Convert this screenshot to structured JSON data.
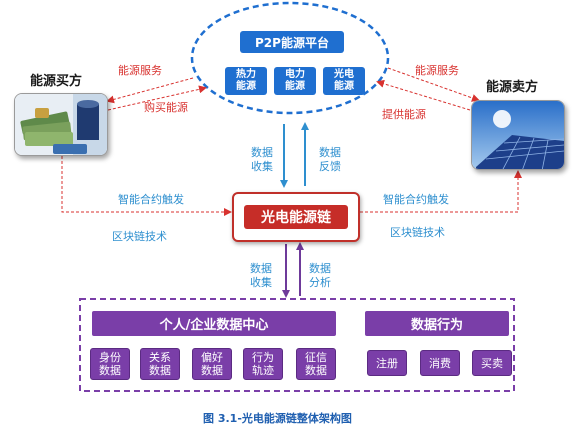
{
  "platform": {
    "title": "P2P能源平台",
    "items": [
      "热力\n能源",
      "电力\n能源",
      "光电\n能源"
    ]
  },
  "buyer": {
    "title": "能源买方"
  },
  "seller": {
    "title": "能源卖方"
  },
  "left_links": {
    "service": "能源服务",
    "buy": "购买能源"
  },
  "right_links": {
    "service": "能源服务",
    "provide": "提供能源"
  },
  "upper_center": {
    "collect": "数据\n收集",
    "feedback": "数据\n反馈"
  },
  "center": {
    "title": "光电能源链"
  },
  "left_bottom_links": {
    "trigger": "智能合约触发",
    "blockchain": "区块链技术"
  },
  "right_bottom_links": {
    "trigger": "智能合约触发",
    "blockchain": "区块链技术"
  },
  "lower_center": {
    "collect": "数据\n收集",
    "analysis": "数据\n分析"
  },
  "data_center": {
    "title": "个人/企业数据中心",
    "items": [
      "身份\n数据",
      "关系\n数据",
      "偏好\n数据",
      "行为\n轨迹",
      "征信\n数据"
    ]
  },
  "data_behavior": {
    "title": "数据行为",
    "items": [
      "注册",
      "消费",
      "买卖"
    ]
  },
  "caption": "图 3.1-光电能源链整体架构图",
  "colors": {
    "blue": "#1f6fd0",
    "red": "#c62d28",
    "purple": "#7a3ea8",
    "link_blue": "#2e8fcf",
    "link_red": "#d8322f"
  }
}
